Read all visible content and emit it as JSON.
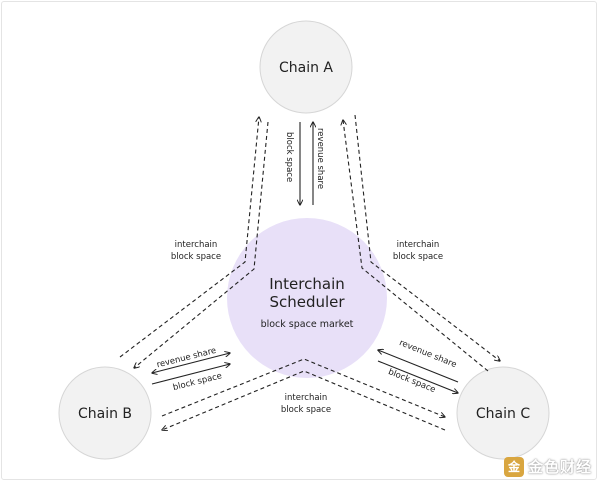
{
  "nodes": {
    "chain_a": "Chain A",
    "chain_b": "Chain B",
    "chain_c": "Chain C"
  },
  "center": {
    "title_line1": "Interchain",
    "title_line2": "Scheduler",
    "subtitle": "block space market"
  },
  "labels": {
    "revenue_share": "revenue share",
    "block_space": "block space",
    "interchain_block_space_line1": "interchain",
    "interchain_block_space_line2": "block space"
  },
  "watermark": {
    "logo_char": "金",
    "text": "金色财经"
  },
  "colors": {
    "node_fill": "#f2f2f2",
    "node_stroke": "#d6d6d6",
    "center_fill": "#e8e0f8",
    "line": "#222222"
  }
}
